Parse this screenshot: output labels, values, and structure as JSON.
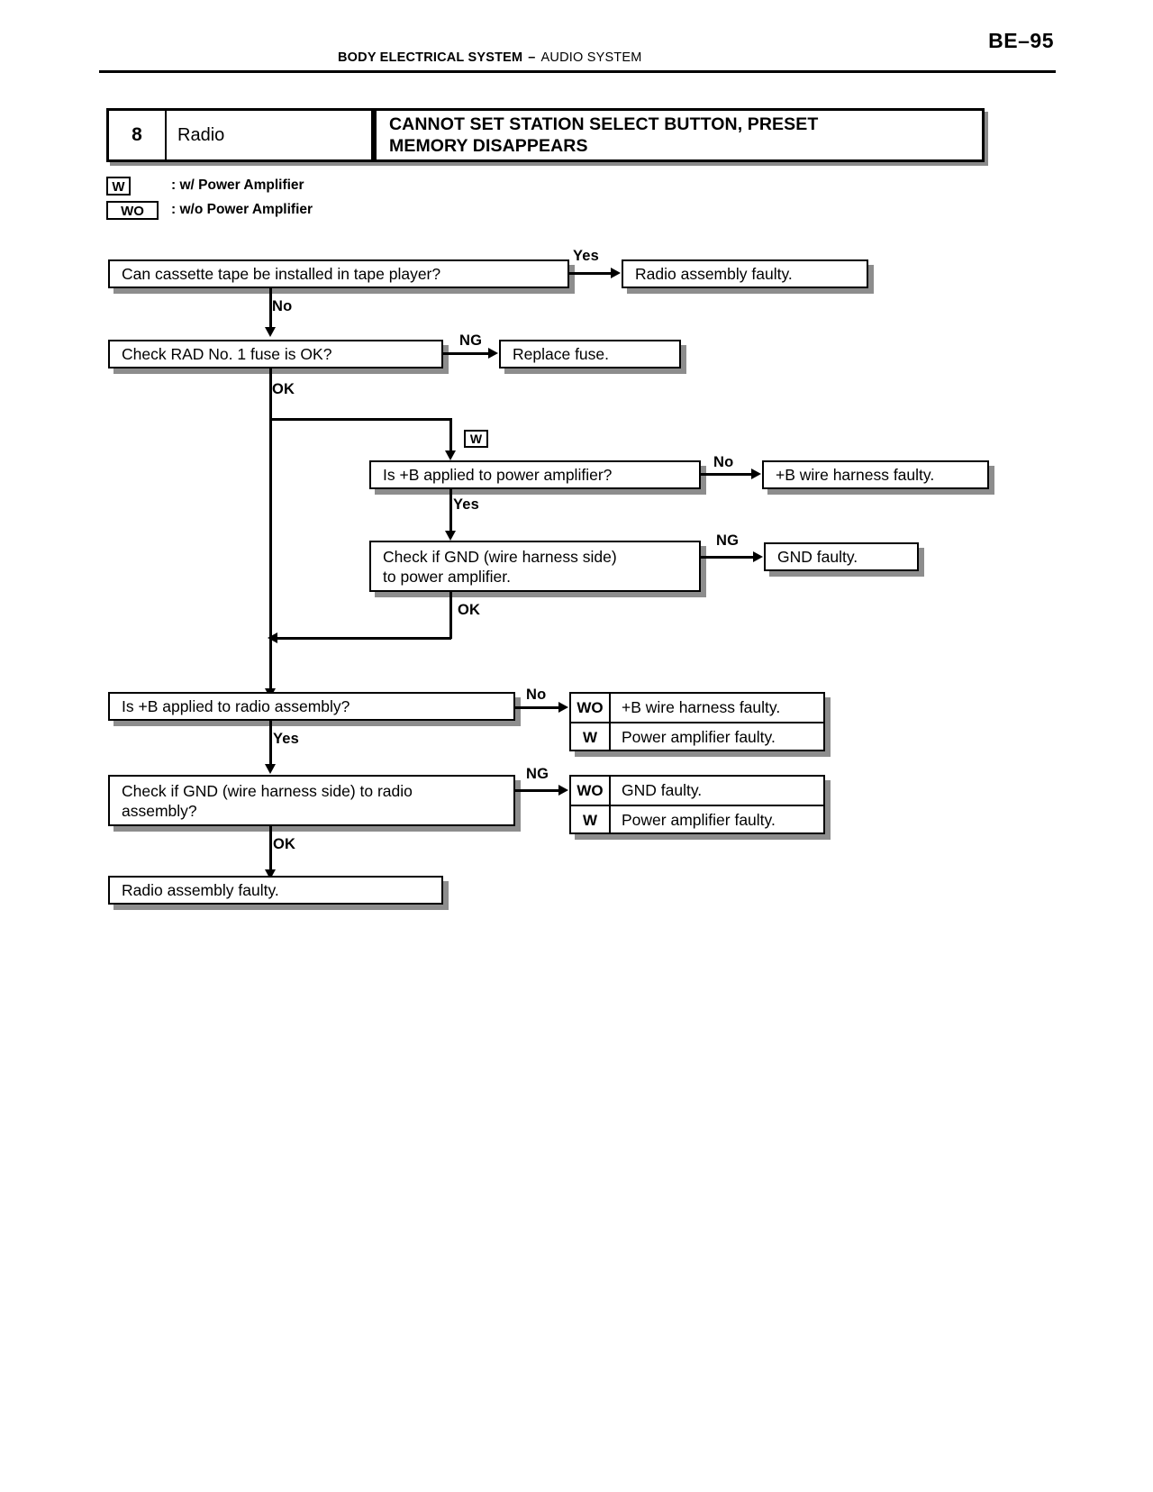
{
  "header": {
    "section": "BODY ELECTRICAL SYSTEM",
    "separator": "–",
    "subsection": "AUDIO SYSTEM",
    "page_number": "BE–95"
  },
  "title_block": {
    "number": "8",
    "component": "Radio",
    "problem_line1": "CANNOT SET STATION SELECT BUTTON, PRESET",
    "problem_line2": "MEMORY DISAPPEARS"
  },
  "legend": [
    {
      "tag": "W",
      "text": ": w/ Power Amplifier"
    },
    {
      "tag": "WO",
      "text": ": w/o Power Amplifier"
    }
  ],
  "flowchart": {
    "type": "troubleshooting-flowchart",
    "steps": [
      {
        "id": "q1",
        "text": "Can cassette tape be installed in tape player?"
      },
      {
        "id": "r1",
        "text": "Radio assembly faulty."
      },
      {
        "id": "q2",
        "text": "Check RAD No. 1 fuse is OK?"
      },
      {
        "id": "r2",
        "text": "Replace fuse."
      },
      {
        "id": "q3",
        "text": "Is +B applied to power amplifier?",
        "tag": "W"
      },
      {
        "id": "r3",
        "text": "+B wire harness faulty."
      },
      {
        "id": "q4",
        "line1": "Check if GND (wire harness side)",
        "line2": "to power amplifier."
      },
      {
        "id": "r4",
        "text": "GND faulty."
      },
      {
        "id": "q5",
        "text": "Is +B applied to radio assembly?"
      },
      {
        "id": "q6",
        "line1": "Check if GND (wire harness side) to radio",
        "line2": "assembly?"
      },
      {
        "id": "r7",
        "text": "Radio assembly faulty."
      }
    ],
    "split_results": [
      {
        "id": "r5",
        "rows": [
          {
            "tag": "WO",
            "text": "+B wire harness faulty."
          },
          {
            "tag": "W",
            "text": "Power amplifier faulty."
          }
        ]
      },
      {
        "id": "r6",
        "rows": [
          {
            "tag": "WO",
            "text": "GND faulty."
          },
          {
            "tag": "W",
            "text": "Power amplifier faulty."
          }
        ]
      }
    ],
    "edge_labels": {
      "yes1": "Yes",
      "no1": "No",
      "ng1": "NG",
      "ok1": "OK",
      "no2": "No",
      "yes2": "Yes",
      "ng2": "NG",
      "ok2": "OK",
      "no3": "No",
      "yes3": "Yes",
      "ng3": "NG",
      "ok3": "OK"
    },
    "tag_marker": "W"
  }
}
